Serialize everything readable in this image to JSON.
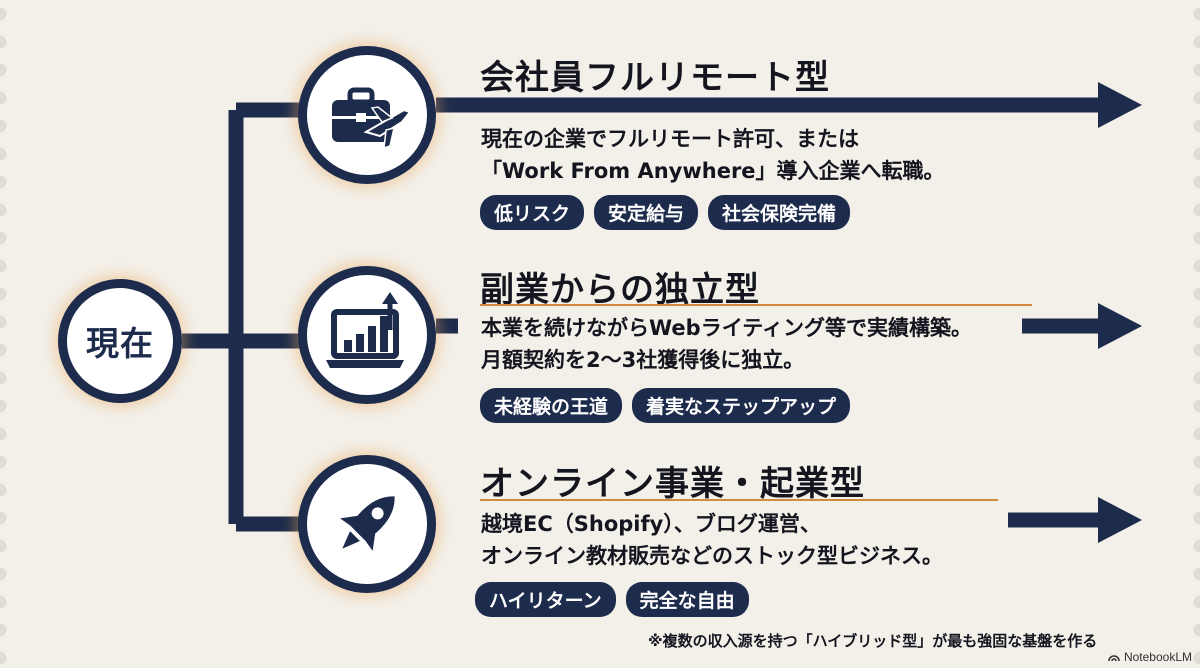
{
  "colors": {
    "navy": "#1d2b4c",
    "accent_rule": "#d48a3c",
    "glow": "#eca860",
    "background": "#f3f0e9"
  },
  "start_node": {
    "label": "現在"
  },
  "paths": [
    {
      "title": "会社員フルリモート型",
      "icon": "briefcase-airplane-icon",
      "description": [
        "現在の企業でフルリモート許可、または",
        "「Work From Anywhere」導入企業へ転職。"
      ],
      "tags": [
        "低リスク",
        "安定給与",
        "社会保険完備"
      ]
    },
    {
      "title": "副業からの独立型",
      "icon": "laptop-growth-chart-icon",
      "description": [
        "本業を続けながらWebライティング等で実績構築。",
        "月額契約を2〜3社獲得後に独立。"
      ],
      "tags": [
        "未経験の王道",
        "着実なステップアップ"
      ]
    },
    {
      "title": "オンライン事業・起業型",
      "icon": "rocket-icon",
      "description": [
        "越境EC（Shopify）、ブログ運営、",
        "オンライン教材販売などのストック型ビジネス。"
      ],
      "tags": [
        "ハイリターン",
        "完全な自由"
      ]
    }
  ],
  "footnote": "※複数の収入源を持つ「ハイブリッド型」が最も強固な基盤を作る",
  "watermark": "NotebookLM"
}
